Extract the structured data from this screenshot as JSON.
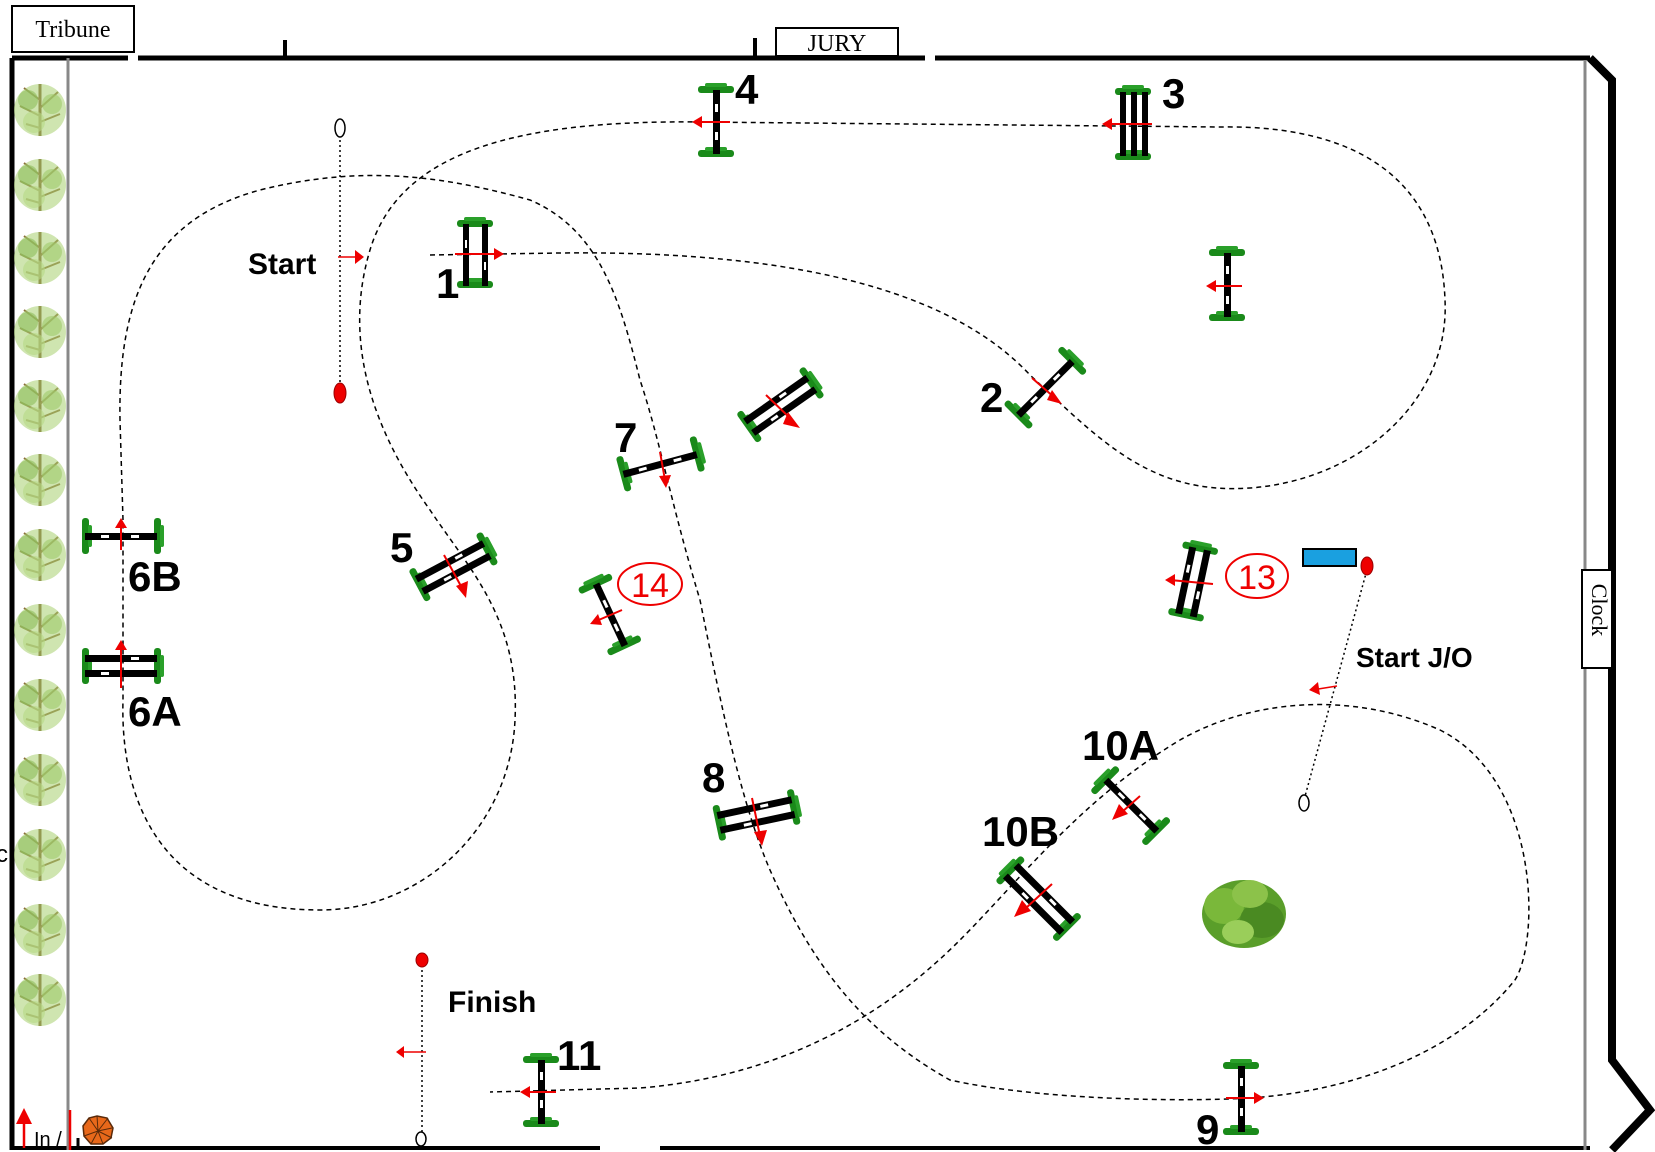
{
  "labels": {
    "tribune": "Tribune",
    "jury": "JURY",
    "clock": "Clock",
    "start": "Start",
    "finish": "Finish",
    "start_jo": "Start J/O",
    "entry": "In /",
    "edge_mark": "c"
  },
  "obstacles": [
    {
      "num": "1"
    },
    {
      "num": "2"
    },
    {
      "num": "3"
    },
    {
      "num": "4"
    },
    {
      "num": "5"
    },
    {
      "num": "6A"
    },
    {
      "num": "6B"
    },
    {
      "num": "7"
    },
    {
      "num": "8"
    },
    {
      "num": "9"
    },
    {
      "num": "10A"
    },
    {
      "num": "10B"
    },
    {
      "num": "11"
    }
  ],
  "jump_off_obstacles": [
    {
      "num": "13"
    },
    {
      "num": "14"
    }
  ],
  "colors": {
    "arena_border": "#000000",
    "course_line": "#000000",
    "direction_arrow": "#e00000",
    "flag_red": "#e00000",
    "pole_green": "#1a8a1a",
    "blue_box": "#1aa0e0",
    "jump_off_number": "#e00000"
  },
  "icons": [
    "tree-icon",
    "bush-icon",
    "umbrella-icon",
    "flag-icon",
    "direction-arrow-icon"
  ]
}
